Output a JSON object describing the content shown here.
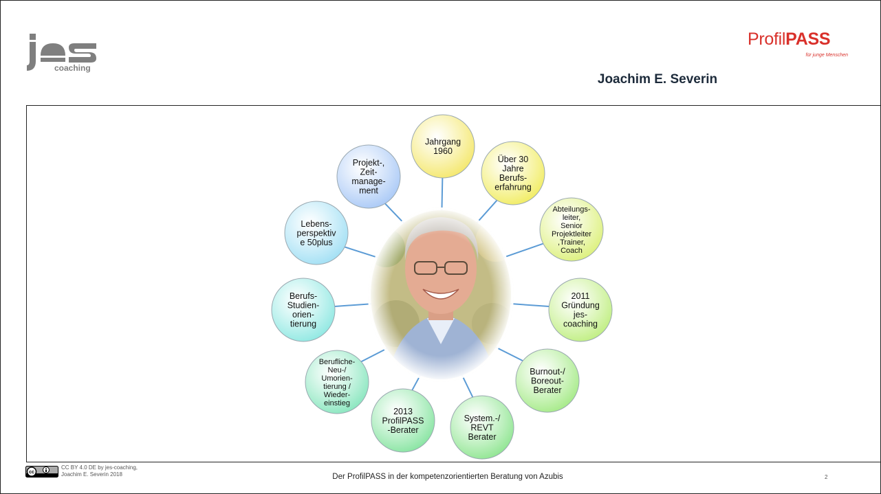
{
  "header": {
    "logo_brand": "jes",
    "logo_sub": "coaching",
    "partner_logo_main": "Profil",
    "partner_logo_bold": "PASS",
    "partner_logo_tag": "für junge Menschen",
    "presenter_name": "Joachim E. Severin"
  },
  "diagram": {
    "center": "photo",
    "nodes": [
      {
        "lines": [
          "Jahrgang",
          "1960"
        ],
        "color": "#f4e76a"
      },
      {
        "lines": [
          "Über 30",
          "Jahre",
          "Berufs-",
          "erfahrung"
        ],
        "color": "#f1ec60"
      },
      {
        "lines": [
          "Abteilungs-",
          "leiter,",
          "Senior",
          "Projektleiter",
          ",Trainer,",
          "Coach"
        ],
        "color": "#dcf07a"
      },
      {
        "lines": [
          "2011",
          "Gründung",
          "jes-",
          "coaching"
        ],
        "color": "#bfee80"
      },
      {
        "lines": [
          "Burnout-/",
          "Boreout-",
          "Berater"
        ],
        "color": "#a4ea86"
      },
      {
        "lines": [
          "System.-/",
          "REVT",
          "Berater"
        ],
        "color": "#8ee590"
      },
      {
        "lines": [
          "2013",
          "ProfilPASS",
          "-Berater"
        ],
        "color": "#86e4a0"
      },
      {
        "lines": [
          "Berufliche-",
          "Neu-/",
          "Umorien-",
          "tierung /",
          "Wieder-",
          "einstieg"
        ],
        "color": "#88e6be"
      },
      {
        "lines": [
          "Berufs-",
          "Studien-",
          "orien-",
          "tierung"
        ],
        "color": "#8ee8e2"
      },
      {
        "lines": [
          "Lebens-",
          "perspektiv",
          "e 50plus"
        ],
        "color": "#a0dff4"
      },
      {
        "lines": [
          "Projekt-,",
          "Zeit-",
          "manage-",
          "ment"
        ],
        "color": "#a8c8f6"
      }
    ]
  },
  "footer": {
    "cc_label": "cc by",
    "license_line1": "CC BY 4.0 DE by jes-coaching,",
    "license_line2": "Joachim E. Severin 2018",
    "title": "Der ProfilPASS in der kompetenzorientierten Beratung von Azubis",
    "page_number": "2"
  },
  "colors": {
    "accent_red": "#d9312b",
    "connector": "#5b9bd5",
    "logo_gray": "#7f7f7f"
  }
}
